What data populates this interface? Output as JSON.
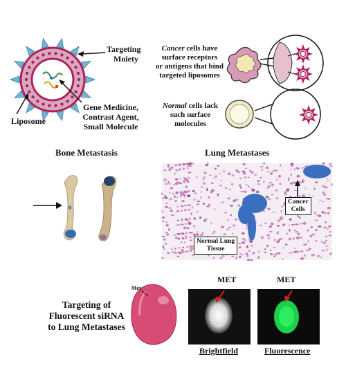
{
  "liposome_diagram": {
    "targeting_moiety": [
      "Targeting",
      "Moiety"
    ],
    "payload": [
      "Gene Medicine,",
      "Contrast Agent,",
      "Small Molecule"
    ],
    "liposome": "Liposome"
  },
  "cancer_row": {
    "lead": "Cancer",
    "rest": [
      " cells have",
      "surface receptors",
      "or antigens that bind",
      "targeted liposomes"
    ]
  },
  "normal_row": {
    "lead": "Normal",
    "rest": [
      " cells lack",
      "such surface",
      "molecules"
    ]
  },
  "bone": {
    "title": "Bone Metastasis"
  },
  "lung": {
    "title": "Lung Metastases",
    "cancer_cells_label": [
      "Cancer",
      "Cells"
    ],
    "normal_tissue_label": [
      "Normal Lung",
      "Tissue"
    ]
  },
  "sirna": {
    "title": [
      "Targeting of",
      "Fluorescent siRNA",
      "to Lung Metastases"
    ],
    "met_small": "Met",
    "met_bf": "MET",
    "met_fl": "MET",
    "brightfield": "Brightfield",
    "fluorescence": "Fluorescence"
  },
  "colors": {
    "spike": "#6fb6d6",
    "ring": "#b0205a",
    "membrane": "#d8a8c0",
    "tissue": "#c47ab8",
    "cancer_blue": "#3a6fc0",
    "red_arrow": "#d62020",
    "fluor_green": "#1bd14c"
  }
}
